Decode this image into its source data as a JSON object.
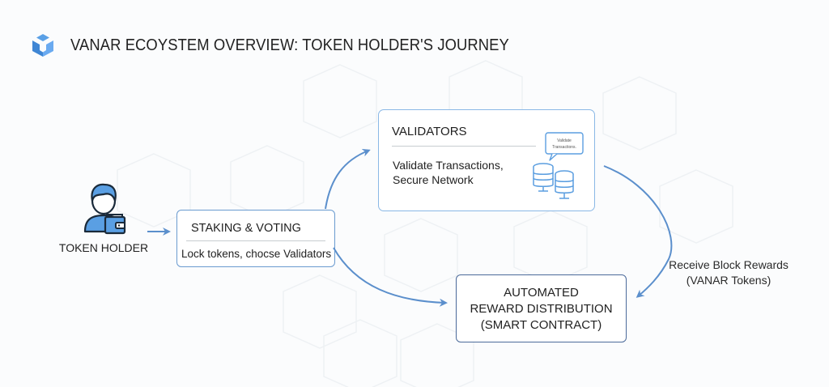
{
  "header": {
    "logo_icon": "cube-icon",
    "title": "VANAR ECOYSTEM OVERVIEW: TOKEN HOLDER'S JOURNEY"
  },
  "nodes": {
    "token_holder": {
      "icon": "user-with-wallet-icon",
      "label": "TOKEN HOLDER"
    },
    "staking": {
      "title": "STAKING & VOTING",
      "description": "Lock tokens, chocse Validators"
    },
    "validators": {
      "title": "VALIDATORS",
      "description": "Validate Transactions, Secure Network",
      "illustration_icon": "database-servers-icon",
      "bubble_line1": "Validate",
      "bubble_line2": "Transactions."
    },
    "reward": {
      "line1": "AUTOMATED",
      "line2": "REWARD DISTRIBUTION",
      "line3": "(SMART CONTRACT)"
    }
  },
  "edges": {
    "reward_label_line1": "Receive Block Rewards",
    "reward_label_line2": "(VANAR Tokens)"
  },
  "colors": {
    "accent": "#5b8fcc",
    "icon_blue": "#4a90d9",
    "box_border_light": "#8ab8e6",
    "box_border_dark": "#4b6a9a"
  }
}
